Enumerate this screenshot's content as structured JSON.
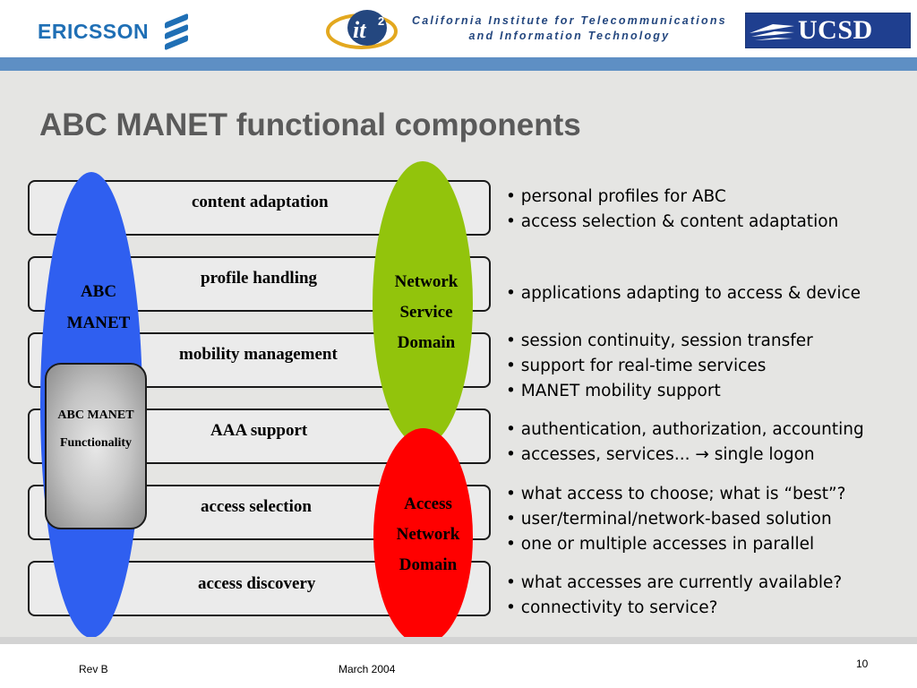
{
  "header": {
    "ericsson": "ERICSSON",
    "calit2_mark": "it",
    "calit2_superscript": "2",
    "calit2_line1": "California Institute for Telecommunications",
    "calit2_line2": "and Information Technology",
    "ucsd": "UCSD"
  },
  "title": "ABC MANET functional components",
  "layers": [
    "content adaptation",
    "profile handling",
    "mobility management",
    "AAA support",
    "access selection",
    "access discovery"
  ],
  "ellipses": {
    "abc_line1": "ABC",
    "abc_line2": "MANET",
    "func_line1": "ABC MANET",
    "func_line2": "Functionality",
    "network_line1": "Network",
    "network_line2": "Service",
    "network_line3": "Domain",
    "access_line1": "Access",
    "access_line2": "Network",
    "access_line3": "Domain"
  },
  "colors": {
    "abc": "#2f5ff0",
    "network": "#92c40c",
    "access": "#ff0000",
    "header_bar": "#5e8fc4",
    "title": "#5a5a5a"
  },
  "bullets": [
    [
      "• personal profiles for ABC",
      "• access selection & content adaptation"
    ],
    [
      "• applications adapting to access & device"
    ],
    [
      "• session continuity, session transfer",
      "• support for real-time services",
      "• MANET mobility support"
    ],
    [
      "• authentication, authorization, accounting",
      "• accesses, services... → single logon"
    ],
    [
      "• what access to choose; what is “best”?",
      "• user/terminal/network-based solution",
      "• one or multiple accesses in parallel"
    ],
    [
      "• what accesses are currently available?",
      "• connectivity to service?"
    ]
  ],
  "footer": {
    "rev": "Rev B",
    "date": "March 2004",
    "page": "10"
  }
}
